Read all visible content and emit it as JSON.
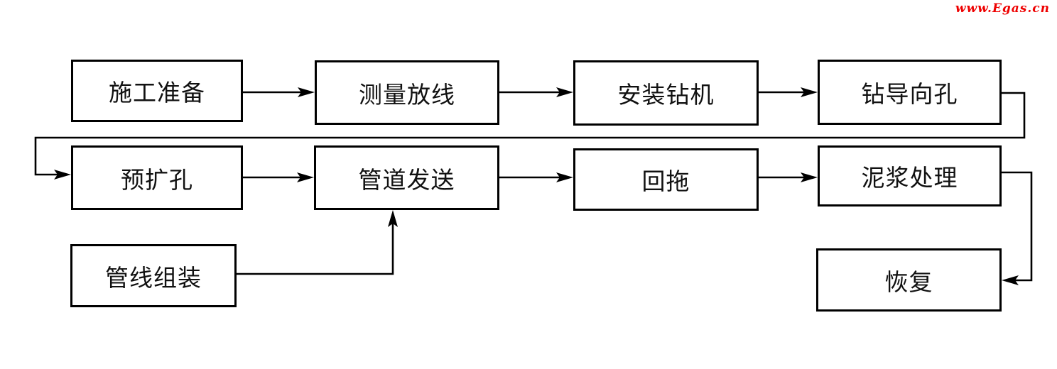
{
  "watermark": {
    "text": "www.Egas.cn",
    "color": "#ee0000"
  },
  "flowchart": {
    "title": "",
    "nodes": [
      {
        "id": "construction-prep",
        "label": "施工准备"
      },
      {
        "id": "survey-layout",
        "label": "测量放线"
      },
      {
        "id": "install-drill-rig",
        "label": "安装钻机"
      },
      {
        "id": "drill-pilot-hole",
        "label": "钻导向孔"
      },
      {
        "id": "pre-reaming",
        "label": "预扩孔"
      },
      {
        "id": "pipe-sending",
        "label": "管道发送"
      },
      {
        "id": "pullback",
        "label": "回拖"
      },
      {
        "id": "mud-treatment",
        "label": "泥浆处理"
      },
      {
        "id": "pipeline-assembly",
        "label": "管线组装"
      },
      {
        "id": "restoration",
        "label": "恢复"
      }
    ],
    "edges": [
      {
        "from": "施工准备",
        "to": "测量放线"
      },
      {
        "from": "测量放线",
        "to": "安装钻机"
      },
      {
        "from": "安装钻机",
        "to": "钻导向孔"
      },
      {
        "from": "钻导向孔",
        "to": "预扩孔"
      },
      {
        "from": "预扩孔",
        "to": "管道发送"
      },
      {
        "from": "管道发送",
        "to": "回拖"
      },
      {
        "from": "回拖",
        "to": "泥浆处理"
      },
      {
        "from": "泥浆处理",
        "to": "恢复"
      },
      {
        "from": "管线组装",
        "to": "管道发送"
      }
    ],
    "colors": {
      "line": "#000000",
      "background": "#ffffff"
    }
  }
}
